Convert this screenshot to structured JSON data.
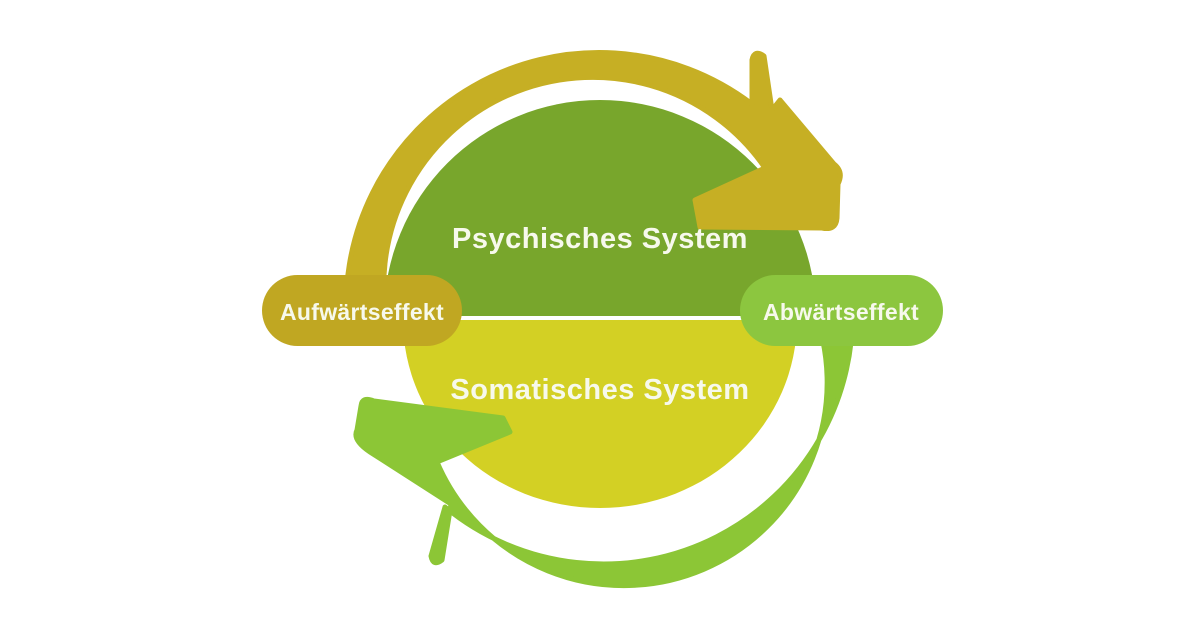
{
  "diagram": {
    "systems": {
      "psychic": {
        "label": "Psychisches System",
        "color": "#78a62c"
      },
      "somatic": {
        "label": "Somatisches System",
        "color": "#d3d024"
      }
    },
    "effects": {
      "upward": {
        "label": "Aufwärtseffekt",
        "color": "#c0a722"
      },
      "downward": {
        "label": "Abwärtseffekt",
        "color": "#8cc63f"
      }
    },
    "arrows": {
      "top": {
        "color": "#c6af24",
        "direction": "clockwise-left-to-right"
      },
      "bottom": {
        "color": "#8cc636",
        "direction": "clockwise-right-to-left"
      }
    },
    "text_color": "#f7f9ec",
    "background": "#ffffff"
  }
}
